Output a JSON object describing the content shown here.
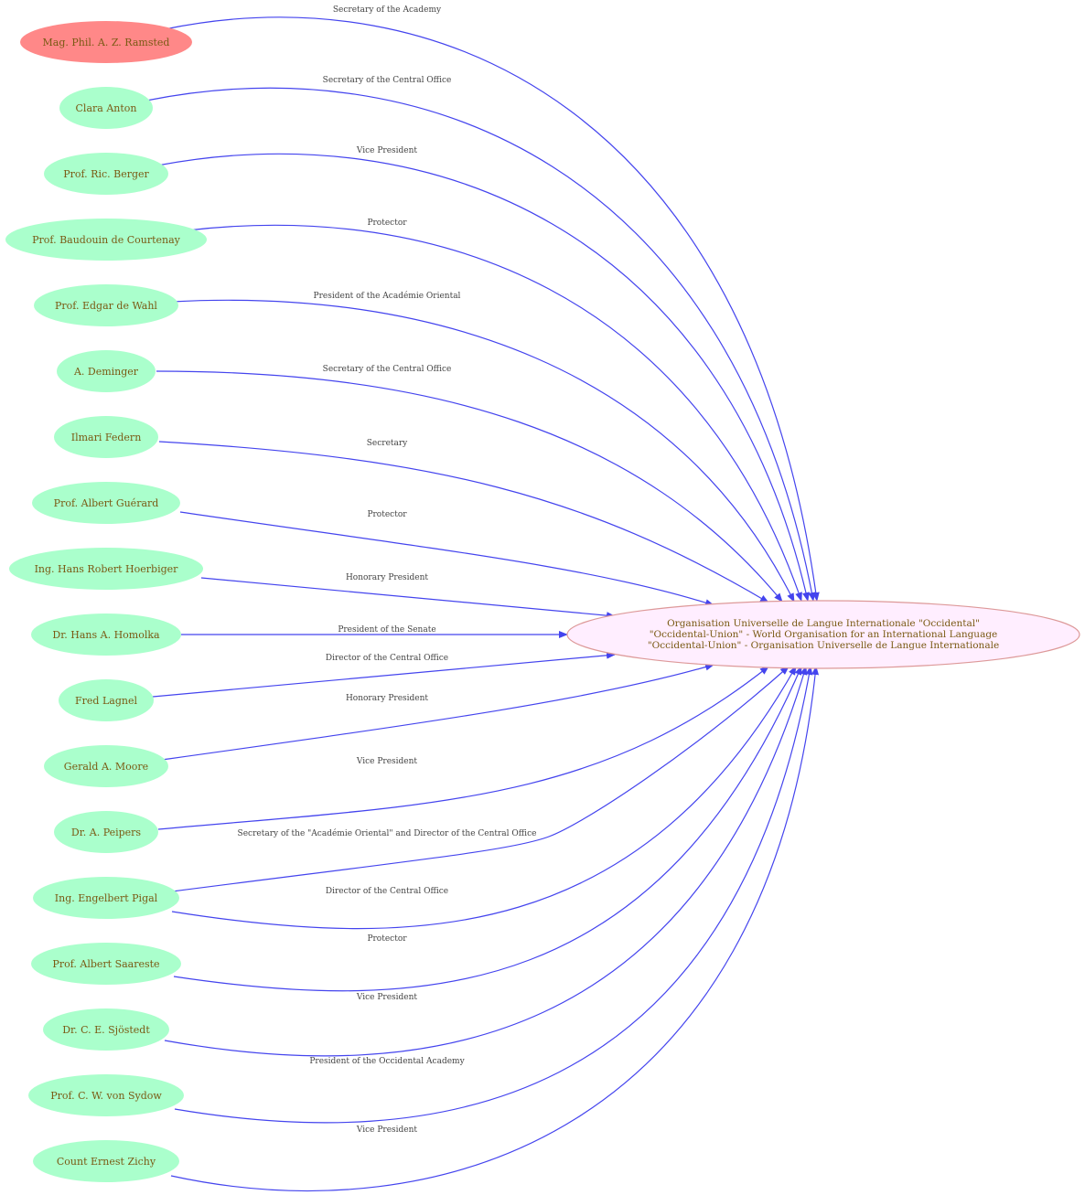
{
  "colors": {
    "edge": "#4444ee",
    "person_node": "#aaffcc",
    "highlight_node": "#ff8888",
    "center_fill": "#ffeeff",
    "center_stroke": "#dd9999",
    "node_text": "#7a5a14",
    "edge_text": "#444444"
  },
  "center": {
    "lines": [
      "Organisation Universelle de Langue Internationale \"Occidental\"",
      "\"Occidental-Union\" - World Organisation for an International Language",
      "\"Occidental-Union\" - Organisation Universelle de Langue Internationale"
    ]
  },
  "people": [
    {
      "name": "Mag. Phil. A. Z. Ramsted",
      "role": "Secretary of the Academy",
      "highlight": true
    },
    {
      "name": "Clara Anton",
      "role": "Secretary of the Central Office"
    },
    {
      "name": "Prof. Ric. Berger",
      "role": "Vice President"
    },
    {
      "name": "Prof. Baudouin de Courtenay",
      "role": "Protector"
    },
    {
      "name": "Prof. Edgar de Wahl",
      "role": "President of the Académie Oriental"
    },
    {
      "name": "A. Deminger",
      "role": "Secretary of the Central Office"
    },
    {
      "name": "Ilmari Federn",
      "role": "Secretary"
    },
    {
      "name": "Prof. Albert Guérard",
      "role": "Protector"
    },
    {
      "name": "Ing. Hans Robert Hoerbiger",
      "role": "Honorary President"
    },
    {
      "name": "Dr. Hans A. Homolka",
      "role": "President of the Senate"
    },
    {
      "name": "Fred Lagnel",
      "role": "Director of the Central Office"
    },
    {
      "name": "Gerald A. Moore",
      "role": "Honorary President"
    },
    {
      "name": "Dr. A. Peipers",
      "role": "Vice President"
    },
    {
      "name": "Ing. Engelbert Pigal",
      "role": "Secretary of the \"Académie Oriental\" and Director of the Central Office"
    },
    {
      "name": "Ing. Engelbert Pigal",
      "role": "Director of the Central Office",
      "duplicate_of": 13
    },
    {
      "name": "Prof. Albert Saareste",
      "role": "Protector"
    },
    {
      "name": "Dr. C. E. Sjöstedt",
      "role": "Vice President"
    },
    {
      "name": "Prof. C. W. von Sydow",
      "role": "President of the Occidental Academy"
    },
    {
      "name": "Count  Ernest Zichy",
      "role": "Vice President"
    }
  ]
}
